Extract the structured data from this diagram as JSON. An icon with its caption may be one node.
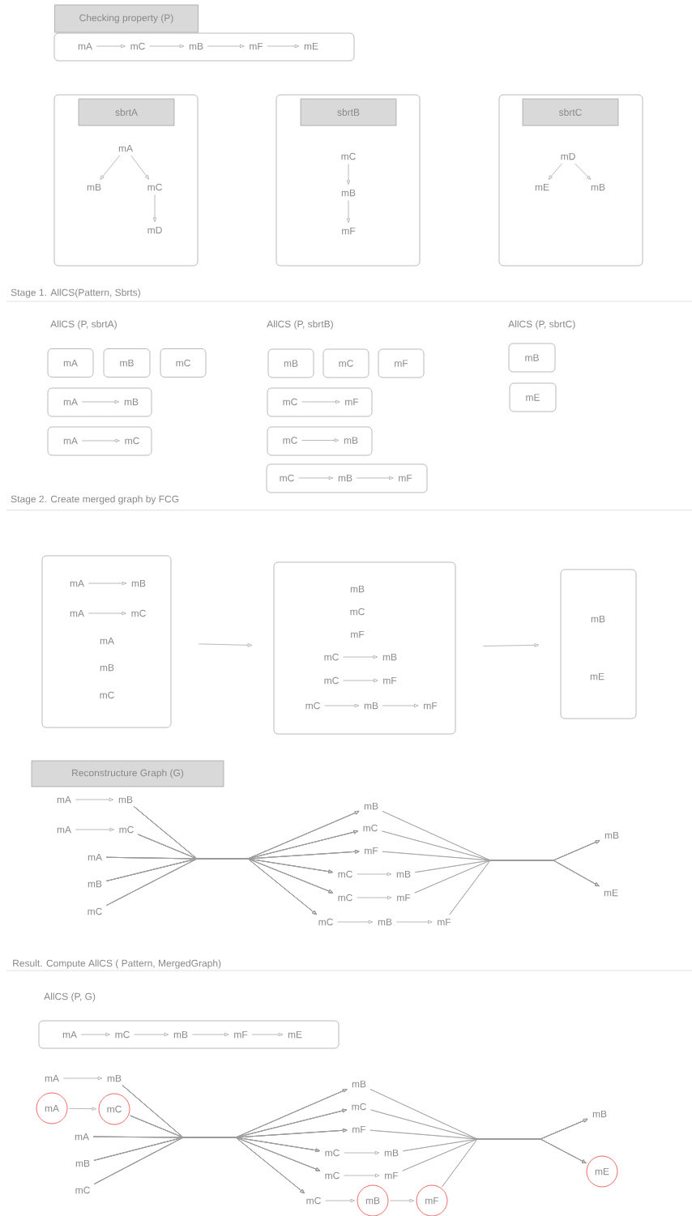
{
  "diagram": {
    "nodes": [
      {
        "text": [
          "Checking property (P)"
        ]
      },
      {
        "text": [],
        "shape": "box"
      },
      {
        "text": [
          "mA"
        ],
        "in": 1
      },
      {
        "text": [
          "mC"
        ],
        "in": 1
      },
      {
        "text": [
          "mB"
        ],
        "in": 1
      },
      {
        "text": [
          "mF"
        ],
        "in": 1
      },
      {
        "text": [
          "mE"
        ],
        "in": 1
      },
      {
        "text": [],
        "shape": "box"
      },
      {
        "text": [
          "sbrtA"
        ],
        "in": 7
      },
      {
        "text": [
          "mA"
        ],
        "in": 7
      },
      {
        "text": [
          "mB"
        ],
        "in": 7
      },
      {
        "text": [
          "mC"
        ],
        "in": 7
      },
      {
        "text": [
          "mD"
        ],
        "in": 7
      },
      {
        "text": [],
        "shape": "box"
      },
      {
        "text": [
          "sbrtB"
        ],
        "in": 13
      },
      {
        "text": [
          "mC"
        ],
        "in": 13
      },
      {
        "text": [
          "mB"
        ],
        "in": 13
      },
      {
        "text": [
          "mF"
        ],
        "in": 13
      },
      {
        "text": [],
        "shape": "box"
      },
      {
        "text": [
          "sbrtC"
        ],
        "in": 18
      },
      {
        "text": [
          "mD"
        ],
        "in": 18
      },
      {
        "text": [
          "mE"
        ],
        "in": 18
      },
      {
        "text": [
          "mB"
        ],
        "in": 18
      },
      {
        "text": [
          "mA"
        ]
      },
      {
        "text": [
          "mB"
        ]
      },
      {
        "text": [
          "mC"
        ]
      },
      {
        "text": [],
        "shape": "box"
      },
      {
        "text": [
          "mA"
        ],
        "in": 26
      },
      {
        "text": [
          "mB"
        ],
        "in": 26
      },
      {
        "text": [],
        "shape": "box"
      },
      {
        "text": [
          "mA"
        ],
        "in": 29
      },
      {
        "text": [
          "mC"
        ],
        "in": 29
      },
      {
        "text": [
          "mB"
        ]
      },
      {
        "text": [
          "mC"
        ]
      },
      {
        "text": [
          "mF"
        ]
      },
      {
        "text": [],
        "shape": "box"
      },
      {
        "text": [
          "mC"
        ],
        "in": 35
      },
      {
        "text": [
          "mF"
        ],
        "in": 35
      },
      {
        "text": [],
        "shape": "box"
      },
      {
        "text": [
          "mC"
        ],
        "in": 38
      },
      {
        "text": [
          "mB"
        ],
        "in": 38
      },
      {
        "text": [],
        "shape": "box"
      },
      {
        "text": [
          "mC"
        ],
        "in": 41
      },
      {
        "text": [
          "mB"
        ],
        "in": 41
      },
      {
        "text": [
          "mF"
        ],
        "in": 41
      },
      {
        "text": [
          "mB"
        ]
      },
      {
        "text": [
          "mE"
        ]
      },
      {
        "text": [
          "mA",
          "mB",
          "mC"
        ]
      },
      {
        "text": [
          "mA"
        ],
        "in": 47
      },
      {
        "text": [
          "mB"
        ],
        "in": 47
      },
      {
        "text": [
          "mA"
        ],
        "in": 47
      },
      {
        "text": [
          "mC"
        ],
        "in": 47
      },
      {
        "text": [
          "mB",
          "mC",
          "mF"
        ]
      },
      {
        "text": [
          "mC"
        ],
        "in": 52
      },
      {
        "text": [
          "mB"
        ],
        "in": 52
      },
      {
        "text": [
          "mC"
        ],
        "in": 52
      },
      {
        "text": [
          "mF"
        ],
        "in": 52
      },
      {
        "text": [
          "mC"
        ],
        "in": 52
      },
      {
        "text": [
          "mB"
        ],
        "in": 52
      },
      {
        "text": [
          "mF"
        ],
        "in": 52
      },
      {
        "text": [
          "mB",
          "mE"
        ]
      },
      {
        "text": [
          "Reconstructure Graph (G)"
        ]
      },
      {
        "text": [
          "mA"
        ]
      },
      {
        "text": [
          "mB"
        ]
      },
      {
        "text": [
          "mA"
        ]
      },
      {
        "text": [
          "mC"
        ]
      },
      {
        "text": [
          "mA"
        ]
      },
      {
        "text": [
          "mB"
        ]
      },
      {
        "text": [
          "mC"
        ]
      },
      {
        "text": [
          "mB"
        ]
      },
      {
        "text": [
          "mC"
        ]
      },
      {
        "text": [
          "mF"
        ]
      },
      {
        "text": [
          "mC"
        ]
      },
      {
        "text": [
          "mB"
        ]
      },
      {
        "text": [
          "mC"
        ]
      },
      {
        "text": [
          "mF"
        ]
      },
      {
        "text": [
          "mC"
        ]
      },
      {
        "text": [
          "mB"
        ]
      },
      {
        "text": [
          "mF"
        ]
      },
      {
        "text": [
          "mB"
        ]
      },
      {
        "text": [
          "mE"
        ]
      },
      {
        "text": [],
        "shape": "box"
      },
      {
        "text": [
          "mA"
        ],
        "in": 81
      },
      {
        "text": [
          "mC"
        ],
        "in": 81
      },
      {
        "text": [
          "mB"
        ],
        "in": 81
      },
      {
        "text": [
          "mF"
        ],
        "in": 81
      },
      {
        "text": [
          "mE"
        ],
        "in": 81
      },
      {
        "text": [
          "mA"
        ]
      },
      {
        "text": [
          "mB"
        ]
      },
      {
        "text": [],
        "shape": "circle"
      },
      {
        "text": [
          "mA"
        ],
        "in": 89
      },
      {
        "text": [],
        "shape": "circle"
      },
      {
        "text": [
          "mC"
        ],
        "in": 91
      },
      {
        "text": [
          "mA"
        ]
      },
      {
        "text": [
          "mB"
        ]
      },
      {
        "text": [
          "mC"
        ]
      },
      {
        "text": [
          "mB"
        ]
      },
      {
        "text": [
          "mC"
        ]
      },
      {
        "text": [
          "mF"
        ]
      },
      {
        "text": [
          "mC"
        ]
      },
      {
        "text": [
          "mB"
        ]
      },
      {
        "text": [
          "mC"
        ]
      },
      {
        "text": [
          "mF"
        ]
      },
      {
        "text": [
          "mC"
        ]
      },
      {
        "text": [],
        "shape": "circle"
      },
      {
        "text": [
          "mB"
        ],
        "in": 104
      },
      {
        "text": [],
        "shape": "circle"
      },
      {
        "text": [
          "mF"
        ],
        "in": 106
      },
      {
        "text": [
          "mB"
        ]
      },
      {
        "text": [],
        "shape": "circle"
      },
      {
        "text": [
          "mE"
        ],
        "in": 109
      }
    ],
    "edges": [
      {
        "from": 2,
        "to": 3,
        "arrow": "to"
      },
      {
        "from": 3,
        "to": 4,
        "arrow": "to"
      },
      {
        "from": 4,
        "to": 5,
        "arrow": "to"
      },
      {
        "from": 5,
        "to": 6,
        "arrow": "to"
      },
      {
        "from": 9,
        "to": 10,
        "arrow": "to"
      },
      {
        "from": 9,
        "to": 11,
        "arrow": "to"
      },
      {
        "from": 11,
        "to": 12,
        "arrow": "to"
      },
      {
        "from": 15,
        "to": 16,
        "arrow": "to"
      },
      {
        "from": 16,
        "to": 17,
        "arrow": "to"
      },
      {
        "from": 20,
        "to": 21,
        "arrow": "to"
      },
      {
        "from": 20,
        "to": 22,
        "arrow": "to"
      },
      {
        "from": 27,
        "to": 28,
        "arrow": "to"
      },
      {
        "from": 30,
        "to": 31,
        "arrow": "to"
      },
      {
        "from": 36,
        "to": 37,
        "arrow": "to"
      },
      {
        "from": 39,
        "to": 40,
        "arrow": "to"
      },
      {
        "from": 42,
        "to": 43,
        "arrow": "to"
      },
      {
        "from": 43,
        "to": 44,
        "arrow": "to"
      },
      {
        "from": 48,
        "to": 49,
        "arrow": "to"
      },
      {
        "from": 50,
        "to": 51,
        "arrow": "to"
      },
      {
        "from": 53,
        "to": 54,
        "arrow": "to"
      },
      {
        "from": 55,
        "to": 56,
        "arrow": "to"
      },
      {
        "from": 57,
        "to": 58,
        "arrow": "to"
      },
      {
        "from": 58,
        "to": 59,
        "arrow": "to"
      },
      {
        "from": 47,
        "to": 52,
        "arrow": "to"
      },
      {
        "from": 52,
        "to": 60,
        "arrow": "to"
      },
      {
        "from": 62,
        "to": 63,
        "arrow": "to"
      },
      {
        "from": 64,
        "to": 65,
        "arrow": "to"
      },
      {
        "from": 72,
        "to": 73,
        "arrow": "to"
      },
      {
        "from": 74,
        "to": 75,
        "arrow": "to"
      },
      {
        "from": 76,
        "to": 77,
        "arrow": "to"
      },
      {
        "from": 77,
        "to": 78,
        "arrow": "to"
      },
      {
        "from": 63,
        "to": 69,
        "arrow": "to"
      },
      {
        "from": 63,
        "to": 70,
        "arrow": "to"
      },
      {
        "from": 63,
        "to": 71,
        "arrow": "to"
      },
      {
        "from": 63,
        "to": 72,
        "arrow": "to"
      },
      {
        "from": 63,
        "to": 74,
        "arrow": "to"
      },
      {
        "from": 63,
        "to": 76,
        "arrow": "to"
      },
      {
        "from": 65,
        "to": 69,
        "arrow": "to"
      },
      {
        "from": 65,
        "to": 70,
        "arrow": "to"
      },
      {
        "from": 65,
        "to": 71,
        "arrow": "to"
      },
      {
        "from": 65,
        "to": 72,
        "arrow": "to"
      },
      {
        "from": 65,
        "to": 74,
        "arrow": "to"
      },
      {
        "from": 65,
        "to": 76,
        "arrow": "to"
      },
      {
        "from": 66,
        "to": 69,
        "arrow": "to"
      },
      {
        "from": 66,
        "to": 70,
        "arrow": "to"
      },
      {
        "from": 66,
        "to": 71,
        "arrow": "to"
      },
      {
        "from": 66,
        "to": 72,
        "arrow": "to"
      },
      {
        "from": 66,
        "to": 74,
        "arrow": "to"
      },
      {
        "from": 66,
        "to": 76,
        "arrow": "to"
      },
      {
        "from": 67,
        "to": 69,
        "arrow": "to"
      },
      {
        "from": 67,
        "to": 70,
        "arrow": "to"
      },
      {
        "from": 67,
        "to": 71,
        "arrow": "to"
      },
      {
        "from": 67,
        "to": 72,
        "arrow": "to"
      },
      {
        "from": 67,
        "to": 74,
        "arrow": "to"
      },
      {
        "from": 67,
        "to": 76,
        "arrow": "to"
      },
      {
        "from": 68,
        "to": 69,
        "arrow": "to"
      },
      {
        "from": 68,
        "to": 70,
        "arrow": "to"
      },
      {
        "from": 68,
        "to": 71,
        "arrow": "to"
      },
      {
        "from": 68,
        "to": 72,
        "arrow": "to"
      },
      {
        "from": 68,
        "to": 74,
        "arrow": "to"
      },
      {
        "from": 68,
        "to": 76,
        "arrow": "to"
      },
      {
        "from": 69,
        "to": 79,
        "arrow": "to"
      },
      {
        "from": 69,
        "to": 80,
        "arrow": "to"
      },
      {
        "from": 70,
        "to": 79,
        "arrow": "to"
      },
      {
        "from": 70,
        "to": 80,
        "arrow": "to"
      },
      {
        "from": 71,
        "to": 79,
        "arrow": "to"
      },
      {
        "from": 71,
        "to": 80,
        "arrow": "to"
      },
      {
        "from": 73,
        "to": 79,
        "arrow": "to"
      },
      {
        "from": 73,
        "to": 80,
        "arrow": "to"
      },
      {
        "from": 75,
        "to": 79,
        "arrow": "to"
      },
      {
        "from": 75,
        "to": 80,
        "arrow": "to"
      },
      {
        "from": 78,
        "to": 79,
        "arrow": "to"
      },
      {
        "from": 78,
        "to": 80,
        "arrow": "to"
      },
      {
        "from": 82,
        "to": 83,
        "arrow": "to"
      },
      {
        "from": 83,
        "to": 84,
        "arrow": "to"
      },
      {
        "from": 84,
        "to": 85,
        "arrow": "to"
      },
      {
        "from": 85,
        "to": 86,
        "arrow": "to"
      },
      {
        "from": 87,
        "to": 88,
        "arrow": "to"
      },
      {
        "from": 90,
        "to": 92,
        "arrow": "to"
      },
      {
        "from": 99,
        "to": 100,
        "arrow": "to"
      },
      {
        "from": 101,
        "to": 102,
        "arrow": "to"
      },
      {
        "from": 103,
        "to": 105,
        "arrow": "to"
      },
      {
        "from": 105,
        "to": 107,
        "arrow": "to"
      },
      {
        "from": 88,
        "to": 96,
        "arrow": "to"
      },
      {
        "from": 88,
        "to": 97,
        "arrow": "to"
      },
      {
        "from": 88,
        "to": 98,
        "arrow": "to"
      },
      {
        "from": 88,
        "to": 99,
        "arrow": "to"
      },
      {
        "from": 88,
        "to": 101,
        "arrow": "to"
      },
      {
        "from": 88,
        "to": 103,
        "arrow": "to"
      },
      {
        "from": 92,
        "to": 96,
        "arrow": "to"
      },
      {
        "from": 92,
        "to": 97,
        "arrow": "to"
      },
      {
        "from": 92,
        "to": 98,
        "arrow": "to"
      },
      {
        "from": 92,
        "to": 99,
        "arrow": "to"
      },
      {
        "from": 92,
        "to": 101,
        "arrow": "to"
      },
      {
        "from": 92,
        "to": 103,
        "arrow": "to"
      },
      {
        "from": 93,
        "to": 96,
        "arrow": "to"
      },
      {
        "from": 93,
        "to": 97,
        "arrow": "to"
      },
      {
        "from": 93,
        "to": 98,
        "arrow": "to"
      },
      {
        "from": 93,
        "to": 99,
        "arrow": "to"
      },
      {
        "from": 93,
        "to": 101,
        "arrow": "to"
      },
      {
        "from": 93,
        "to": 103,
        "arrow": "to"
      },
      {
        "from": 94,
        "to": 96,
        "arrow": "to"
      },
      {
        "from": 94,
        "to": 97,
        "arrow": "to"
      },
      {
        "from": 94,
        "to": 98,
        "arrow": "to"
      },
      {
        "from": 94,
        "to": 99,
        "arrow": "to"
      },
      {
        "from": 94,
        "to": 101,
        "arrow": "to"
      },
      {
        "from": 94,
        "to": 103,
        "arrow": "to"
      },
      {
        "from": 95,
        "to": 96,
        "arrow": "to"
      },
      {
        "from": 95,
        "to": 97,
        "arrow": "to"
      },
      {
        "from": 95,
        "to": 98,
        "arrow": "to"
      },
      {
        "from": 95,
        "to": 99,
        "arrow": "to"
      },
      {
        "from": 95,
        "to": 101,
        "arrow": "to"
      },
      {
        "from": 95,
        "to": 103,
        "arrow": "to"
      },
      {
        "from": 96,
        "to": 108,
        "arrow": "to"
      },
      {
        "from": 96,
        "to": 110,
        "arrow": "to"
      },
      {
        "from": 97,
        "to": 108,
        "arrow": "to"
      },
      {
        "from": 97,
        "to": 110,
        "arrow": "to"
      },
      {
        "from": 98,
        "to": 108,
        "arrow": "to"
      },
      {
        "from": 98,
        "to": 110,
        "arrow": "to"
      },
      {
        "from": 100,
        "to": 108,
        "arrow": "to"
      },
      {
        "from": 100,
        "to": 110,
        "arrow": "to"
      },
      {
        "from": 102,
        "to": 108,
        "arrow": "to"
      },
      {
        "from": 102,
        "to": 110,
        "arrow": "to"
      },
      {
        "from": 107,
        "to": 108,
        "arrow": "to"
      },
      {
        "from": 107,
        "to": 110,
        "arrow": "to"
      }
    ],
    "labels": [
      "Stage 1. AllCS(Pattern, Sbrts)",
      "AllCS (P, sbrtA)",
      "AllCS (P, sbrtB)",
      "AllCS (P, sbrtC)",
      "Stage 2. Create merged graph by FCG",
      "Result. Compute AllCS ( Pattern, MergedGraph)",
      "AllCS (P, G)"
    ]
  }
}
